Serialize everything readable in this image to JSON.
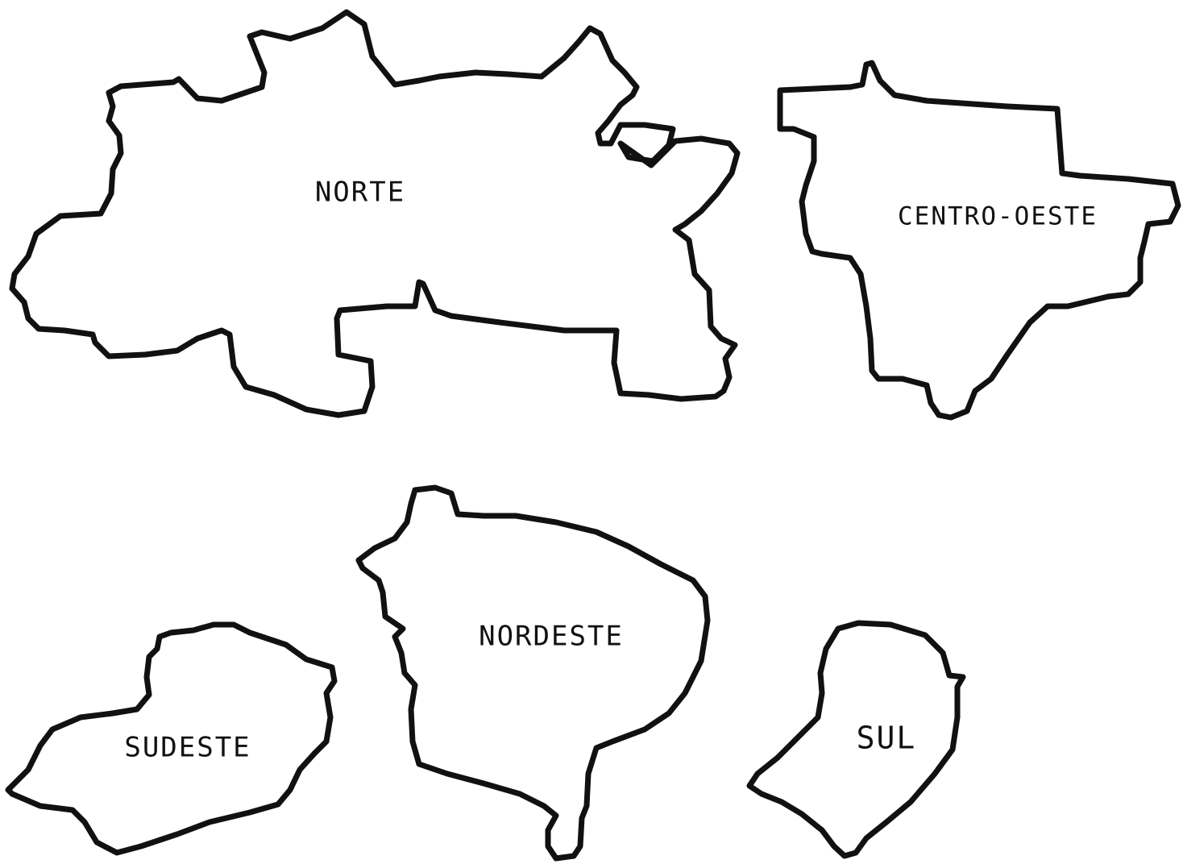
{
  "colors": {
    "outline": "#111111",
    "fill": "#ffffff",
    "background": "#ffffff"
  },
  "regions": {
    "norte": "NORTE",
    "centro_oeste": "CENTRO-OESTE",
    "nordeste": "NORDESTE",
    "sudeste": "SUDESTE",
    "sul": "SUL"
  }
}
